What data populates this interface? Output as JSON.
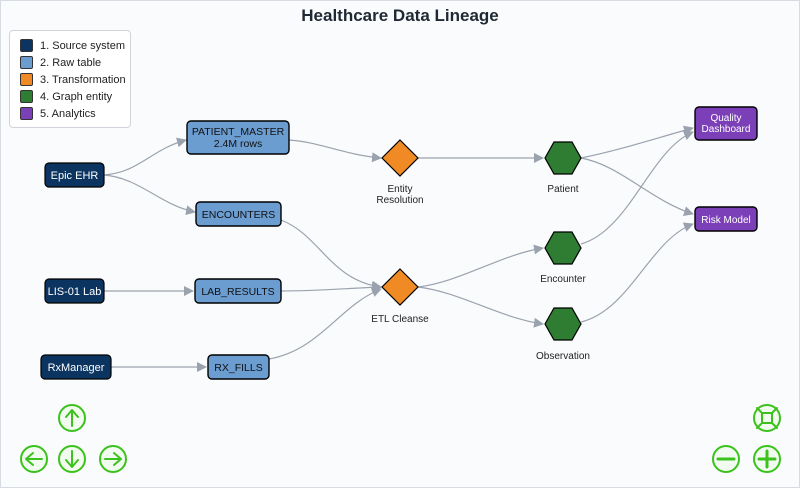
{
  "title": "Healthcare Data Lineage",
  "legend": [
    {
      "label": "1. Source system",
      "color": "#0b3560"
    },
    {
      "label": "2. Raw table",
      "color": "#6b9dd0"
    },
    {
      "label": "3. Transformation",
      "color": "#f08a24"
    },
    {
      "label": "4. Graph entity",
      "color": "#2e7d32"
    },
    {
      "label": "5. Analytics",
      "color": "#7b3fb8"
    }
  ],
  "nodes": {
    "epic_ehr": {
      "label": "Epic EHR"
    },
    "lis_lab": {
      "label": "LIS-01 Lab"
    },
    "rxmanager": {
      "label": "RxManager"
    },
    "patient_master": {
      "label": "PATIENT_MASTER",
      "sublabel": "2.4M rows"
    },
    "encounters": {
      "label": "ENCOUNTERS"
    },
    "lab_results": {
      "label": "LAB_RESULTS"
    },
    "rx_fills": {
      "label": "RX_FILLS"
    },
    "entity_resolution": {
      "label_line1": "Entity",
      "label_line2": "Resolution"
    },
    "etl_cleanse": {
      "label": "ETL Cleanse"
    },
    "patient": {
      "label": "Patient"
    },
    "encounter": {
      "label": "Encounter"
    },
    "observation": {
      "label": "Observation"
    },
    "quality_dashboard": {
      "label_line1": "Quality",
      "label_line2": "Dashboard"
    },
    "risk_model": {
      "label": "Risk Model"
    }
  },
  "colors": {
    "edge": "#9aa3ad",
    "nav_green": "#3cc21c"
  },
  "navigation": {
    "up": "arrow-up-icon",
    "down": "arrow-down-icon",
    "left": "arrow-left-icon",
    "right": "arrow-right-icon",
    "fit": "fit-screen-icon",
    "zoom_out": "minus-icon",
    "zoom_in": "plus-icon"
  }
}
